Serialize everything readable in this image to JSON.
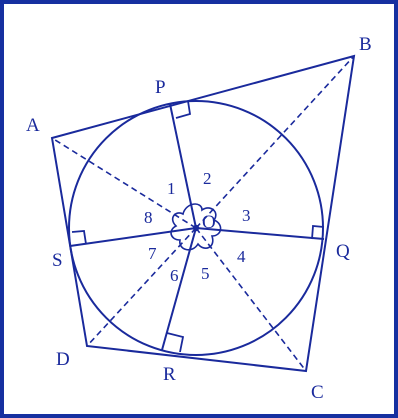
{
  "colors": {
    "frame": "#1630a0",
    "ink": "#1a2a9c",
    "background": "#ffffff"
  },
  "labels": {
    "points": {
      "A": "A",
      "B": "B",
      "C": "C",
      "D": "D",
      "P": "P",
      "Q": "Q",
      "R": "R",
      "S": "S",
      "O": "O"
    },
    "angles": [
      "1",
      "2",
      "3",
      "4",
      "5",
      "6",
      "7",
      "8"
    ]
  }
}
